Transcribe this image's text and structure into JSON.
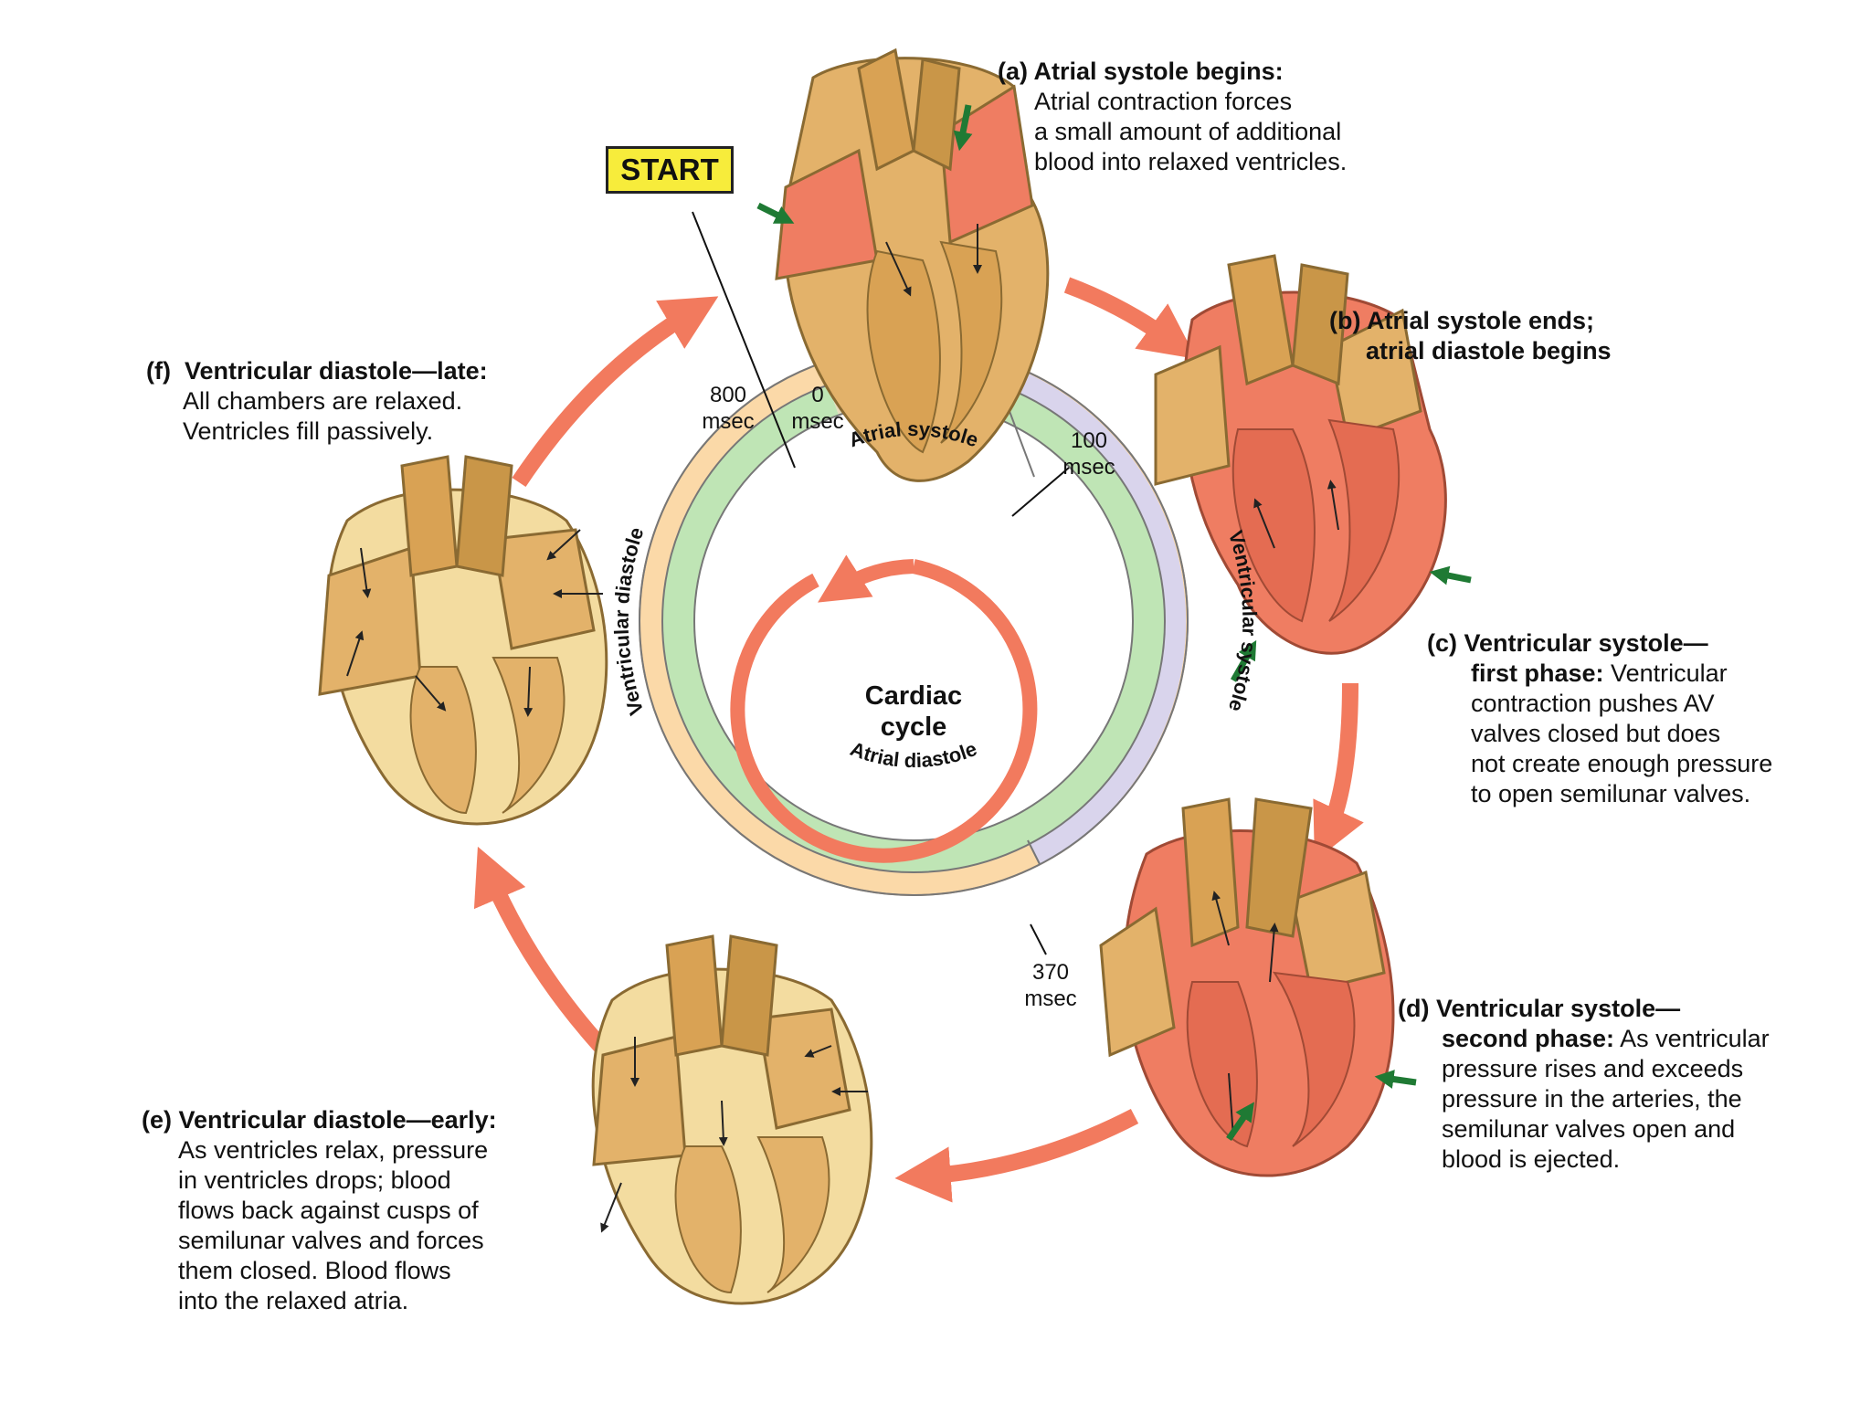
{
  "colors": {
    "arrow": "#f27a5e",
    "ventricular_diastole_band": "#fbd9a8",
    "atrial_systole_band": "#e7dcbc",
    "ventricular_systole_band": "#d9d4ec",
    "atrial_diastole_band": "#bfe5b5",
    "start_box": "#f7ec3b",
    "heart_relaxed": "#e3b26a",
    "heart_contracted": "#ef7d62",
    "pressure_arrow": "#1f7a34"
  },
  "start": "START",
  "center": {
    "line1": "Cardiac",
    "line2": "cycle"
  },
  "ring": {
    "atrial_systole": "Atrial systole",
    "ventricular_systole": "Ventricular systole",
    "atrial_diastole": "Atrial diastole",
    "ventricular_diastole": "Ventricular diastole"
  },
  "ticks": {
    "t800": {
      "value": "800",
      "unit": "msec"
    },
    "t0": {
      "value": "0",
      "unit": "msec"
    },
    "t100": {
      "value": "100",
      "unit": "msec"
    },
    "t370": {
      "value": "370",
      "unit": "msec"
    }
  },
  "phases": {
    "a": {
      "title": "(a) Atrial systole begins:",
      "lines": [
        "Atrial contraction forces",
        "a small amount of additional",
        "blood into relaxed ventricles."
      ]
    },
    "b": {
      "title1": "(b) Atrial systole ends;",
      "title2": "atrial diastole begins"
    },
    "c": {
      "title1": "(c) Ventricular systole—",
      "title2": "first phase:",
      "line2_rest": " Ventricular",
      "lines": [
        "contraction pushes AV",
        "valves closed but does",
        "not create enough pressure",
        "to open semilunar valves."
      ]
    },
    "d": {
      "title1": "(d) Ventricular systole—",
      "title2": "second phase:",
      "line2_rest": " As ventricular",
      "lines": [
        "pressure rises and exceeds",
        "pressure in the arteries, the",
        "semilunar valves open and",
        "blood is ejected."
      ]
    },
    "e": {
      "title": "(e) Ventricular diastole—early:",
      "lines": [
        "As ventricles relax, pressure",
        "in ventricles drops; blood",
        "flows back against cusps of",
        "semilunar valves and forces",
        "them closed. Blood flows",
        "into the relaxed atria."
      ]
    },
    "f": {
      "title": "(f)  Ventricular diastole—late:",
      "lines": [
        "All chambers are relaxed.",
        "Ventricles fill passively."
      ]
    }
  }
}
